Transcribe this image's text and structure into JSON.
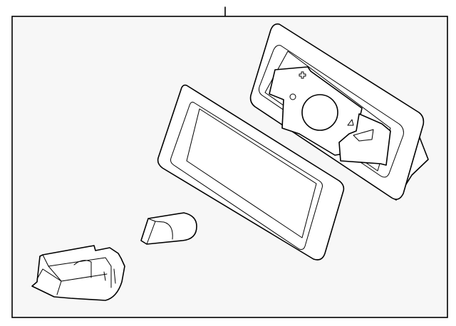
{
  "diagram": {
    "type": "exploded parts line drawing",
    "parts": [
      "housing",
      "lens",
      "bulb",
      "socket"
    ],
    "colors": {
      "background": "#f7f7f7",
      "line": "#000000",
      "part_fill": "#ffffff"
    }
  }
}
